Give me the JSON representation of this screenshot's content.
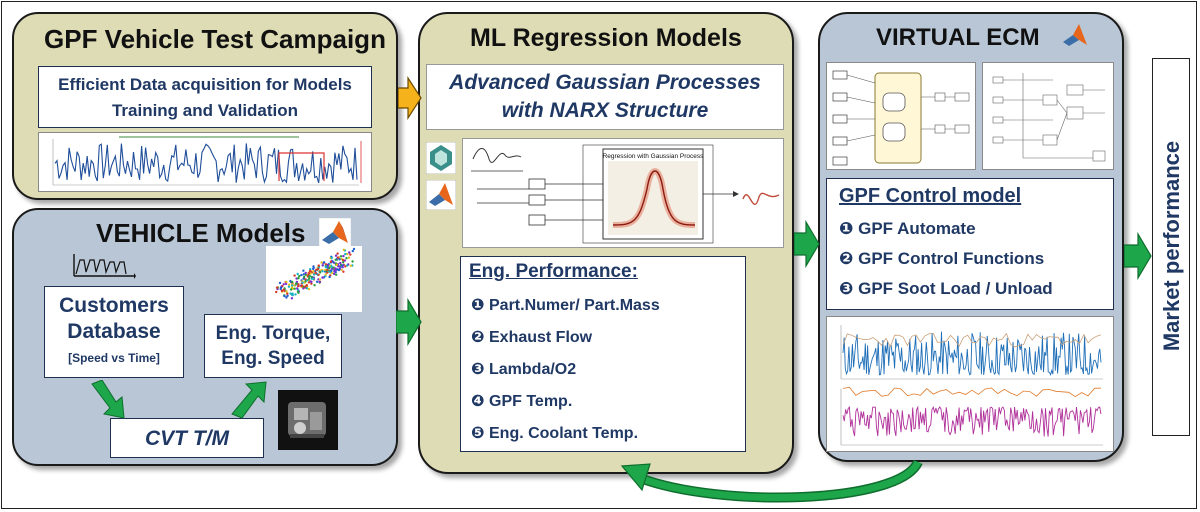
{
  "test_campaign": {
    "title": "GPF Vehicle Test Campaign",
    "box_text": [
      "Efficient Data acquisition for Models",
      "Training and Validation"
    ]
  },
  "vehicle_models": {
    "title": "VEHICLE Models",
    "customers": [
      "Customers",
      "Database"
    ],
    "customers_sub": "[Speed vs Time]",
    "torque": [
      "Eng. Torque,",
      "Eng. Speed"
    ],
    "cvt": "CVT T/M"
  },
  "ml_models": {
    "title": "ML Regression Models",
    "subtitle": [
      "Advanced Gaussian Processes",
      "with NARX Structure"
    ],
    "diagram_label": "Regression with Gaussian Process",
    "perf_title": "Eng. Performance:",
    "perf_items": [
      "❶ Part.Numer/ Part.Mass",
      "❷ Exhaust Flow",
      "❸ Lambda/O2",
      "❹ GPF Temp.",
      "❺ Eng. Coolant Temp."
    ]
  },
  "virtual_ecm": {
    "title": "VIRTUAL ECM",
    "control_title": "GPF Control model",
    "control_items": [
      "❶ GPF Automate",
      "❷ GPF Control Functions",
      "❸ GPF Soot Load / Unload"
    ]
  },
  "market": {
    "label": "Market performance"
  },
  "colors": {
    "olive_panel": "#dedcb4",
    "steel_panel": "#b8c6d6",
    "text_blue": "#1f3864",
    "arrow_green": "#1ea64a",
    "arrow_orange": "#f6b21a",
    "matlab_orange": "#e8661c"
  },
  "icons": [
    "matlab-logo-icon",
    "simulink-logo-icon",
    "engine-photo-icon"
  ]
}
